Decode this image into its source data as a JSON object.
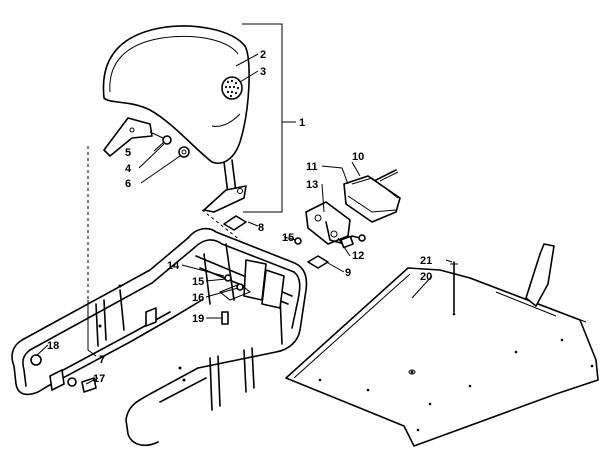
{
  "callouts": {
    "c1": "1",
    "c2": "2",
    "c3": "3",
    "c4": "4",
    "c5": "5",
    "c6": "6",
    "c7": "7",
    "c8": "8",
    "c9": "9",
    "c10": "10",
    "c11": "11",
    "c12": "12",
    "c13": "13",
    "c14": "14",
    "c15a": "15",
    "c15b": "15",
    "c16": "16",
    "c17": "17",
    "c18": "18",
    "c19": "19",
    "c20": "20",
    "c21": "21"
  }
}
